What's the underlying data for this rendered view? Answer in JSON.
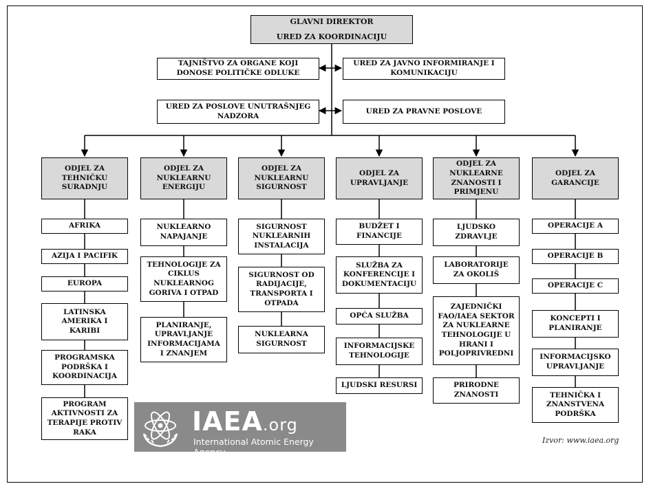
{
  "director": {
    "line1": "GLAVNI DIREKTOR",
    "line2": "URED ZA KOORDINACIJU"
  },
  "offices": {
    "tajnistvo": "TAJNIŠTVO ZA ORGANE KOJI\nDONOSE POLITIČKE ODLUKE",
    "javno": "URED ZA JAVNO INFORMIRANJE I\nKOMUNIKACIJU",
    "unutarnji": "URED ZA POSLOVE UNUTRAŠNJEG\nNADZORA",
    "pravni": "URED ZA PRAVNE POSLOVE"
  },
  "departments": [
    {
      "name": "ODJEL ZA\nTEHNIČKU\nSURADNJU",
      "units": [
        "AFRIKA",
        "AZIJA I PACIFIK",
        "EUROPA",
        "LATINSKA\nAMERIKA I\nKARIBI",
        "PROGRAMSKA\nPODRŠKA I\nKOORDINACIJA",
        "PROGRAM\nAKTIVNOSTI ZA\nTERAPIJE PROTIV\nRAKA"
      ]
    },
    {
      "name": "ODJEL ZA\nNUKLEARNU\nENERGIJU",
      "units": [
        "NUKLEARNO\nNAPAJANJE",
        "TEHNOLOGIJE ZA\nCIKLUS\nNUKLEARNOG\nGORIVA I OTPAD",
        "PLANIRANJE,\nUPRAVLJANJE\nINFORMACIJAMA\nI ZNANJEM"
      ]
    },
    {
      "name": "ODJEL ZA\nNUKLEARNU\nSIGURNOST",
      "units": [
        "SIGURNOST\nNUKLEARNIH\nINSTALACIJA",
        "SIGURNOST OD\nRADIJACIJE,\nTRANSPORTA I\nOTPADA",
        "NUKLEARNA\nSIGURNOST"
      ]
    },
    {
      "name": "ODJEL ZA\nUPRAVLJANJE",
      "units": [
        "BUDŽET I\nFINANCIJE",
        "SLUŽBA ZA\nKONFERENCIJE I\nDOKUMENTACIJU",
        "OPĆA SLUŽBA",
        "INFORMACIJSKE\nTEHNOLOGIJE",
        "LJUDSKI RESURSI"
      ]
    },
    {
      "name": "ODJEL ZA\nNUKLEARNE\nZNANOSTI I\nPRIMJENU",
      "units": [
        "LJUDSKO\nZDRAVLJE",
        "LABORATORIJE\nZA OKOLIŠ",
        "ZAJEDNIČKI\nFAO/IAEA SEKTOR\nZA NUKLEARNE\nTEHNOLOGIJE U\nHRANI I\nPOLJOPRIVREDNI",
        "PRIRODNE\nZNANOSTI"
      ]
    },
    {
      "name": "ODJEL ZA\nGARANCIJE",
      "units": [
        "OPERACIJE A",
        "OPERACIJE B",
        "OPERACIJE C",
        "KONCEPTI I\nPLANIRANJE",
        "INFORMACIJSKO\nUPRAVLJANJE",
        "TEHNIČKA I\nZNANSTVENA\nPODRŠKA"
      ]
    }
  ],
  "logo": {
    "name": "IAEA",
    "suffix": ".org",
    "full": "International Atomic Energy Agency"
  },
  "source": "Izvor: www.iaea.org"
}
